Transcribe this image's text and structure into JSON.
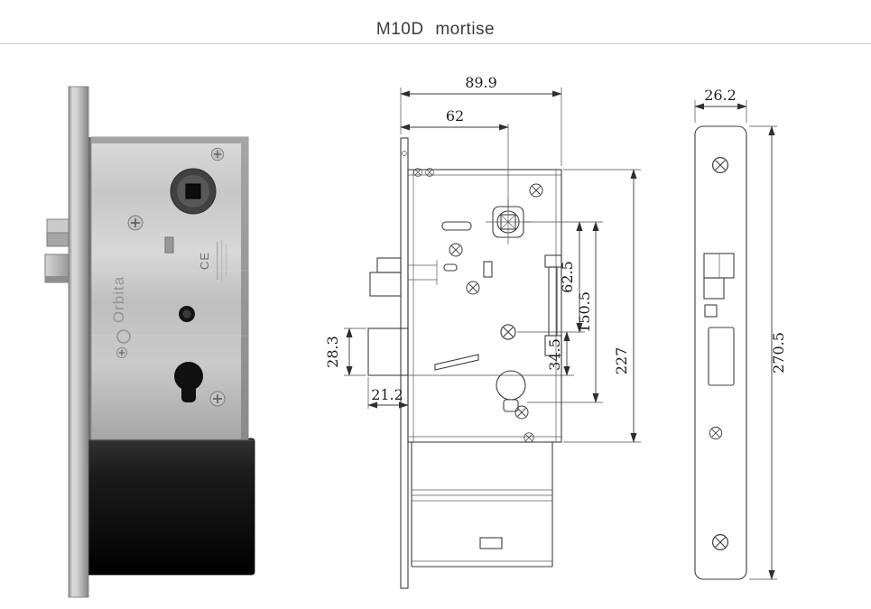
{
  "title": "M10D mortise",
  "palette": {
    "line": "#3e3e3e",
    "metal": "#c9c9c9",
    "housing_black": "#111111"
  },
  "photo": {
    "brand": "Orbita",
    "cert_mark": "CE"
  },
  "side_view": {
    "dims": {
      "total_depth": "89.9",
      "backset": "62",
      "bolt_height": "28.3",
      "bolt_throw": "21.2",
      "spindle_to_screw": "62.5",
      "spindle_to_cylinder": "150.5",
      "screw_to_cylinder": "34.5",
      "case_height": "227"
    }
  },
  "faceplate_view": {
    "dims": {
      "width": "26.2",
      "height": "270.5"
    }
  }
}
